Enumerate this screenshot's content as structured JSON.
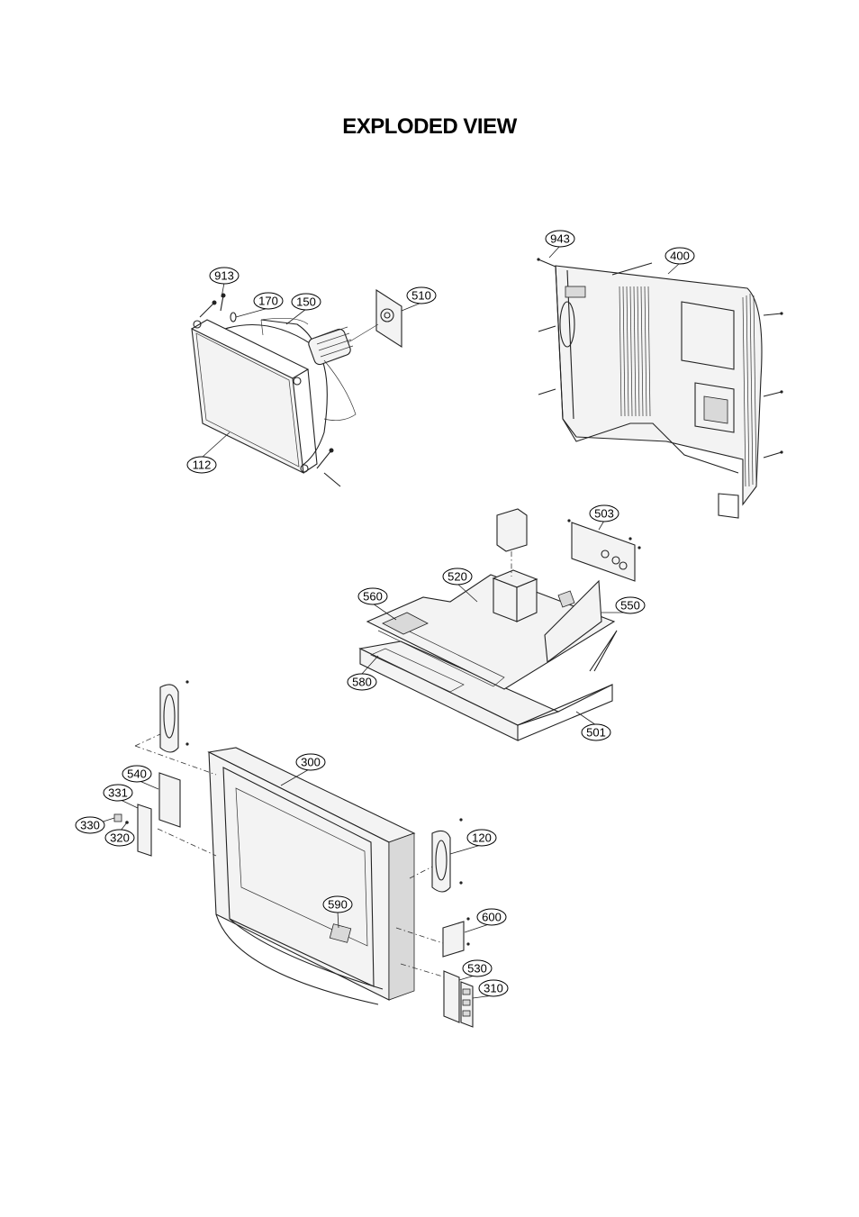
{
  "title": "EXPLODED VIEW",
  "callouts": [
    {
      "id": "913",
      "label": "913"
    },
    {
      "id": "170",
      "label": "170"
    },
    {
      "id": "150",
      "label": "150"
    },
    {
      "id": "510",
      "label": "510"
    },
    {
      "id": "112",
      "label": "112"
    },
    {
      "id": "943",
      "label": "943"
    },
    {
      "id": "400",
      "label": "400"
    },
    {
      "id": "503",
      "label": "503"
    },
    {
      "id": "520",
      "label": "520"
    },
    {
      "id": "560",
      "label": "560"
    },
    {
      "id": "550",
      "label": "550"
    },
    {
      "id": "580",
      "label": "580"
    },
    {
      "id": "501",
      "label": "501"
    },
    {
      "id": "540",
      "label": "540"
    },
    {
      "id": "300",
      "label": "300"
    },
    {
      "id": "331",
      "label": "331"
    },
    {
      "id": "330",
      "label": "330"
    },
    {
      "id": "320",
      "label": "320"
    },
    {
      "id": "120",
      "label": "120"
    },
    {
      "id": "590",
      "label": "590"
    },
    {
      "id": "600",
      "label": "600"
    },
    {
      "id": "530",
      "label": "530"
    },
    {
      "id": "310",
      "label": "310"
    }
  ]
}
